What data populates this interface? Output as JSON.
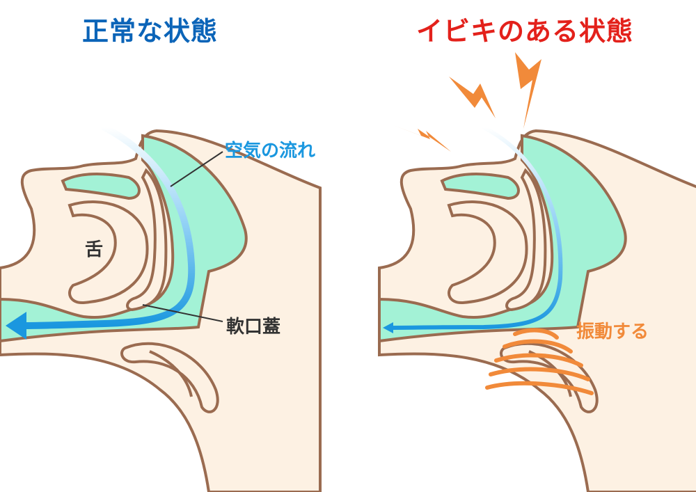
{
  "titles": {
    "normal": "正常な状態",
    "snoring": "イビキのある状態"
  },
  "labels": {
    "airflow": "空気の流れ",
    "tongue": "舌",
    "soft_palate": "軟口蓋",
    "vibrate": "振動する"
  },
  "colors": {
    "skin": "#fdf1e3",
    "outline": "#9a6b50",
    "airway": "#a3f2d6",
    "arrow": "#1a97df",
    "title_normal": "#0b64b8",
    "title_snoring": "#e3211b",
    "accent": "#f18a3a"
  }
}
